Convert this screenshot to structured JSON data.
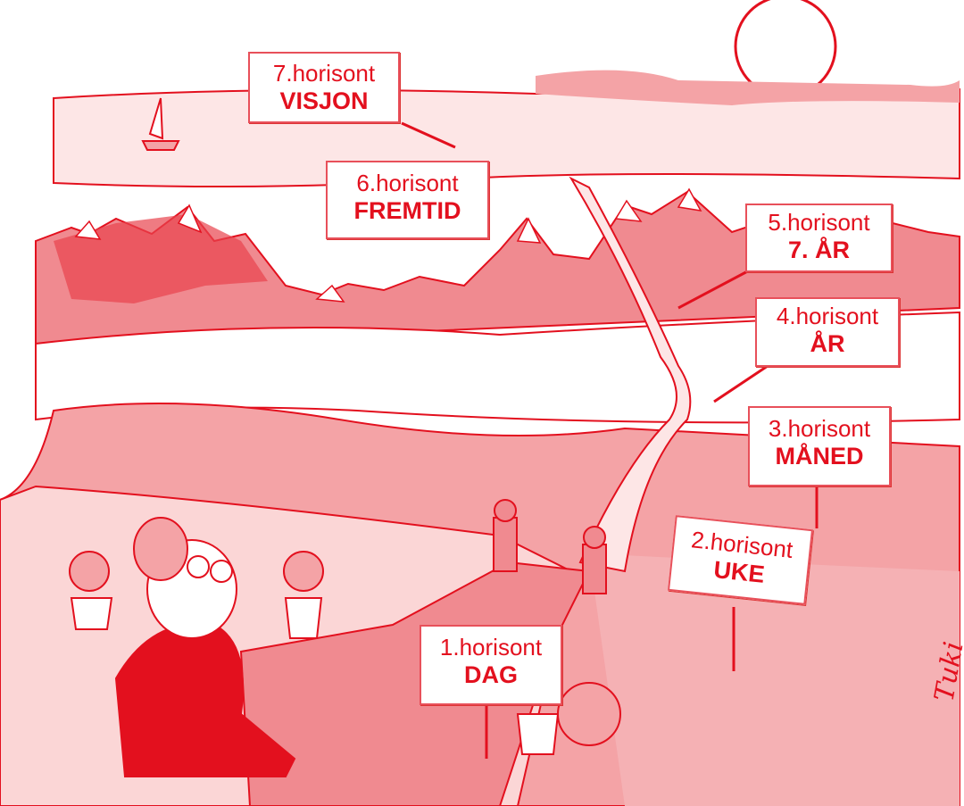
{
  "signs": [
    {
      "level": "7.horisont",
      "label": "VISJON"
    },
    {
      "level": "6.horisont",
      "label": "FREMTID"
    },
    {
      "level": "5.horisont",
      "label": "7. ÅR"
    },
    {
      "level": "4.horisont",
      "label": "ÅR"
    },
    {
      "level": "3.horisont",
      "label": "MÅNED"
    },
    {
      "level": "2.horisont",
      "label": "UKE"
    },
    {
      "level": "1.horisont",
      "label": "DAG"
    }
  ],
  "signature": "Tuki",
  "colors": {
    "ink": "#e3101e",
    "pink": "#f4a3a6",
    "light": "#fbd6d6",
    "dark": "#e8434d"
  }
}
